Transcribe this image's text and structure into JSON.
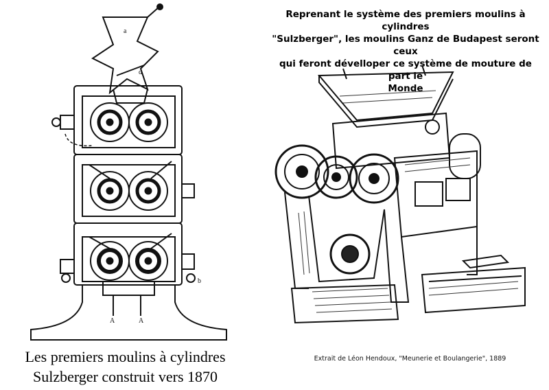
{
  "left": {
    "caption_line1": "Les premiers moulins à cylindres",
    "caption_line2": "Sulzberger construit vers 1870",
    "diagram_labels": [
      "a",
      "d",
      "A",
      "A",
      "b"
    ]
  },
  "right": {
    "heading_line1": "Reprenant le système des premiers moulins à cylindres",
    "heading_line2": "\"Sulzberger\",  les moulins Ganz de Budapest seront ceux",
    "heading_line3": "qui feront dévelloper ce système de mouture de part le",
    "heading_line4": "Monde",
    "credit": "Extrait de Léon Hendoux, \"Meunerie et Boulangerie\", 1889"
  }
}
